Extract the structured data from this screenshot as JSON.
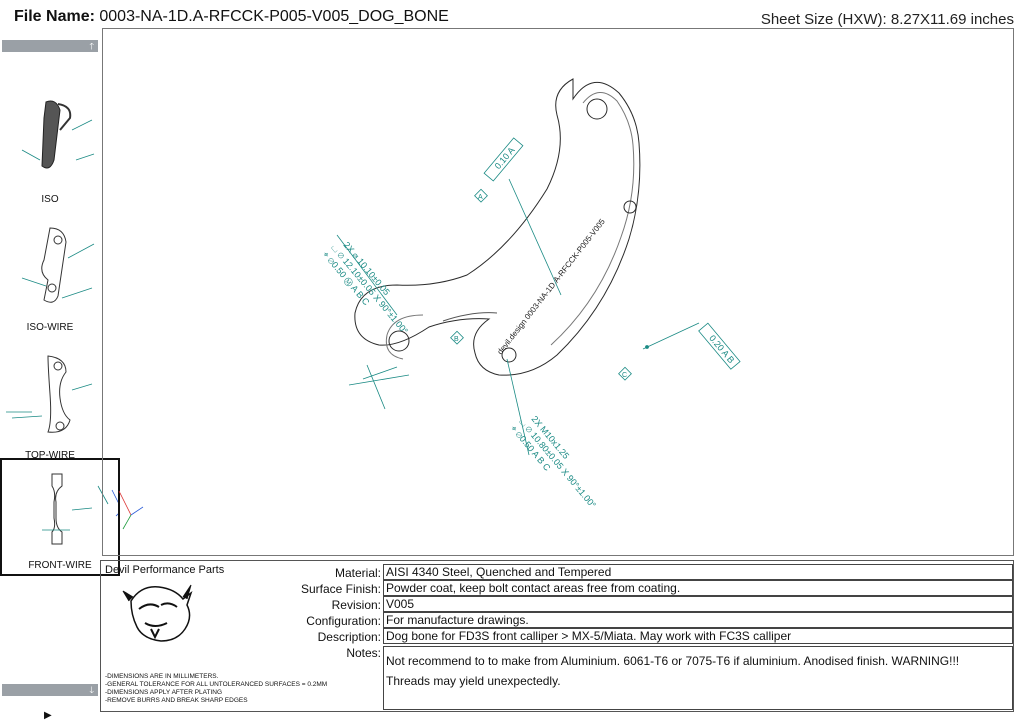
{
  "header": {
    "file_name_label": "File Name:",
    "file_name": "0003-NA-1D.A-RFCCK-P005-V005_DOG_BONE",
    "sheet_size": "Sheet Size (HXW): 8.27X11.69 inches"
  },
  "sidebar": {
    "scroll_up_icon": "arrow-up-icon",
    "scroll_down_icon": "arrow-down-icon",
    "views": [
      {
        "label": "ISO",
        "active": false
      },
      {
        "label": "ISO-WIRE",
        "active": false
      },
      {
        "label": "TOP-WIRE",
        "active": false
      },
      {
        "label": "FRONT-WIRE",
        "active": true
      }
    ]
  },
  "drawing": {
    "part_text": "devil.design 0003-NA-1D.A-RFCCK-P005-V005",
    "annotations": {
      "datum_a": "A",
      "datum_b": "B",
      "datum_c": "C",
      "flatness": "0.10 A",
      "profile": "0.20 A B",
      "hole_2x_line1": "2X ⌀ 10.10±0.05",
      "hole_2x_line2": "⌴ ⌀ 12.10±0.05 X 90°±1.00°",
      "hole_2x_line3": "⌖ ⌀0.50 Ⓜ A B C",
      "thread_line1": "2X M10x1.25",
      "thread_line2": "⌴ ⌀ 10.80±0.05 X 90°±1.00°",
      "thread_line3": "⌖ ⌀0.50 A B C"
    },
    "colors": {
      "line": "#2b2b2b",
      "annotation": "#1a8a84"
    }
  },
  "title_block": {
    "company": "Devil Performance Parts",
    "material_label": "Material:",
    "material": "AISI 4340 Steel, Quenched and Tempered",
    "surface_label": "Surface Finish:",
    "surface": "Powder coat, keep bolt contact areas free from coating.",
    "revision_label": "Revision:",
    "revision": "V005",
    "configuration_label": "Configuration:",
    "configuration": "For manufacture drawings.",
    "description_label": "Description:",
    "description": "Dog bone for FD3S front calliper > MX-5/Miata. May work with FC3S calliper",
    "notes_label": "Notes:",
    "notes_line1": "Not recommend to to make from Aluminium. 6061-T6 or 7075-T6 if aluminium. Anodised finish. WARNING!!!",
    "notes_line2": "Threads may yield unexpectedly.",
    "general_notes": [
      "-DIMENSIONS ARE IN MILLIMETERS.",
      "-GENERAL TOLERANCE FOR ALL UNTOLERANCED SURFACES = 0.2MM",
      "-DIMENSIONS APPLY AFTER PLATING",
      "-REMOVE BURRS AND BREAK SHARP EDGES"
    ]
  }
}
